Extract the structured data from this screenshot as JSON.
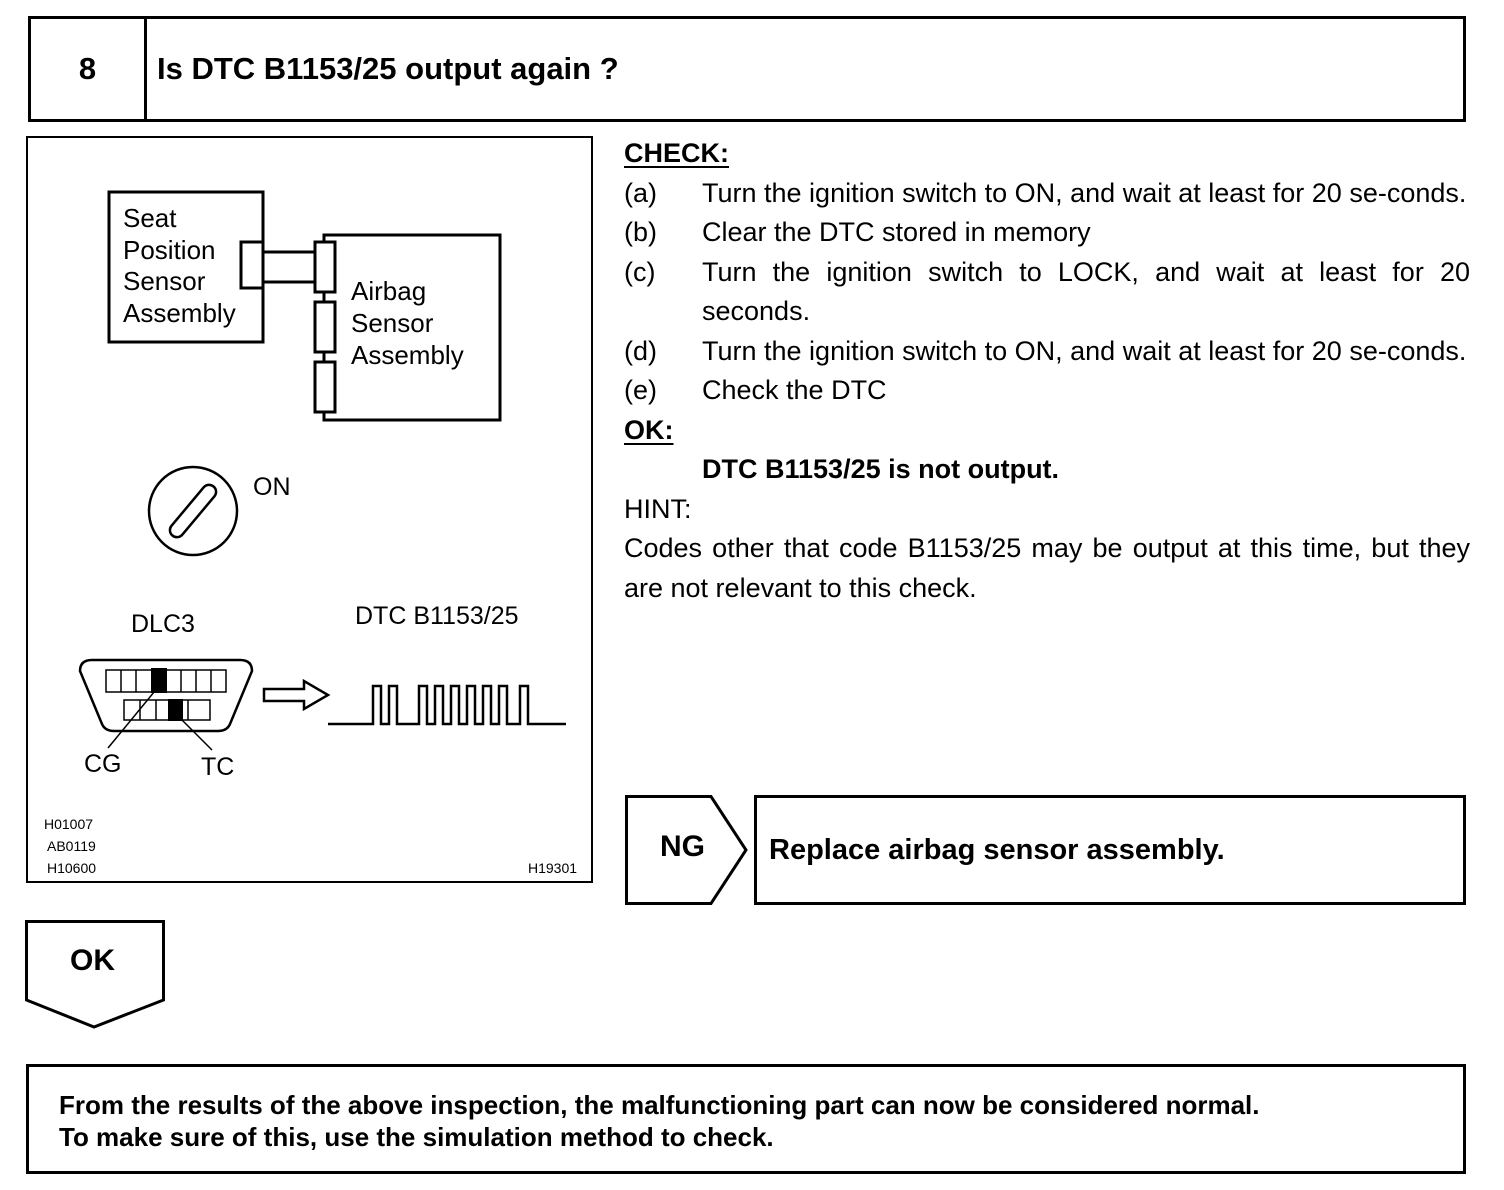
{
  "header": {
    "step_number": "8",
    "title": "Is DTC B1153/25 output again ?"
  },
  "figure": {
    "seat_sensor_lines": [
      "Seat",
      "Position",
      "Sensor",
      "Assembly"
    ],
    "airbag_sensor_lines": [
      "Airbag",
      "Sensor",
      "Assembly"
    ],
    "ignition_label": "ON",
    "dlc_label": "DLC3",
    "dtc_label": "DTC B1153/25",
    "cg_label": "CG",
    "tc_label": "TC",
    "ref_codes": [
      "H01007",
      "AB0119",
      "H10600"
    ],
    "figure_id": "H19301"
  },
  "check": {
    "heading": "CHECK:",
    "steps": [
      {
        "label": "(a)",
        "text": "Turn the ignition switch to ON, and wait at least for 20 se-conds."
      },
      {
        "label": "(b)",
        "text": "Clear the DTC stored in memory"
      },
      {
        "label": "(c)",
        "text": "Turn the ignition switch to LOCK, and wait at least for 20 seconds."
      },
      {
        "label": "(d)",
        "text": "Turn the ignition switch to ON, and wait at least for 20 se-conds."
      },
      {
        "label": "(e)",
        "text": "Check the DTC"
      }
    ],
    "ok_heading": "OK:",
    "ok_text": "DTC B1153/25 is not output.",
    "hint_heading": "HINT:",
    "hint_text": "Codes other that code B1153/25 may be output at this time, but they are not relevant to this check."
  },
  "ng_branch": {
    "label": "NG",
    "action": "Replace airbag sensor assembly."
  },
  "ok_branch": {
    "label": "OK"
  },
  "result": {
    "line1": "From the results of the above inspection, the malfunctioning part can now be considered normal.",
    "line2": "To make sure of this, use the simulation method to check."
  }
}
